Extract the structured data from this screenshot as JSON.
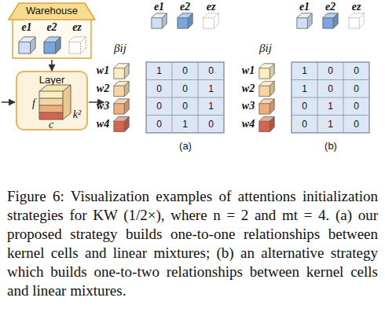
{
  "diagram": {
    "caption": "Figure 6: Visualization examples of attentions initialization strategies for KW (1/2×), where n = 2 and mt = 4. (a) our proposed strategy builds one-to-one relationships between kernel cells and linear mixtures; (b) an alternative strategy which builds one-to-two relationships between kernel cells and linear mixtures.",
    "nodes": [
      {
        "text": [
          "Warehouse"
        ]
      },
      {
        "text": [
          "e1"
        ],
        "in": 0
      },
      {
        "text": [
          "e2"
        ],
        "in": 0
      },
      {
        "text": [
          "ez"
        ],
        "in": 0
      },
      {
        "text": [
          "Layer"
        ]
      }
    ],
    "edges": [
      {
        "from": 0,
        "to": 4,
        "arrow": "to"
      }
    ],
    "labels": [
      "f",
      "c",
      "k²",
      "βij",
      "e1",
      "e2",
      "ez",
      "w1",
      "w2",
      "w3",
      "w4",
      "1",
      "0",
      "0",
      "0",
      "0",
      "1",
      "0",
      "0",
      "1",
      "0",
      "1",
      "0",
      "(a)",
      "βij",
      "e1",
      "e2",
      "ez",
      "w1",
      "w2",
      "w3",
      "w4",
      "1",
      "0",
      "0",
      "1",
      "0",
      "0",
      "0",
      "1",
      "0",
      "0",
      "1",
      "0",
      "(b)"
    ]
  }
}
